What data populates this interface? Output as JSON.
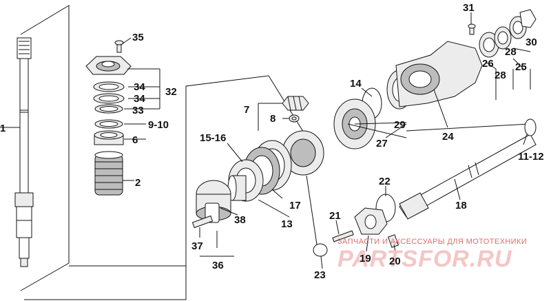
{
  "callouts": {
    "c1": "1",
    "c2": "2",
    "c6": "6",
    "c9_10": "9-10",
    "c33": "33",
    "c34a": "34",
    "c34b": "34",
    "c32": "32",
    "c35": "35",
    "c7": "7",
    "c8": "8",
    "c15_16": "15-16",
    "c17": "17",
    "c13": "13",
    "c38": "38",
    "c37": "37",
    "c36": "36",
    "c14": "14",
    "c29": "29",
    "c27": "27",
    "c24": "24",
    "c31": "31",
    "c30": "30",
    "c28a": "28",
    "c28b": "28",
    "c26": "26",
    "c25": "25",
    "c11_12": "11-12",
    "c18": "18",
    "c22": "22",
    "c21": "21",
    "c19": "19",
    "c20": "20",
    "c23": "23"
  },
  "watermark": {
    "tagline": "ЗАПЧАСТИ И АКСЕССУАРЫ ДЛЯ МОТОТЕХНИКИ",
    "logo": "PARTSFOR.RU"
  },
  "colors": {
    "line": "#111111",
    "part_fill": "#ececec",
    "watermark": "#e06b6b"
  }
}
